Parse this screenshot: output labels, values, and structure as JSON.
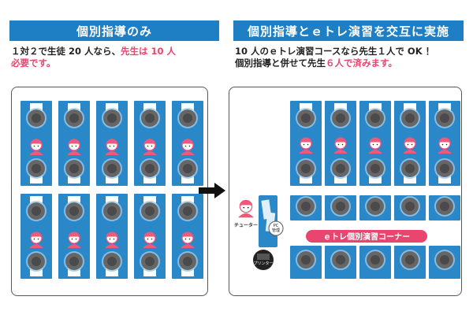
{
  "left_panel": {
    "title": "個別指導のみ",
    "desc_line1_plain": "１対２で生徒 20 人なら、",
    "desc_line1_highlight": "先生は 10 人",
    "desc_line2_highlight": "必要です。"
  },
  "right_panel": {
    "title": "個別指導とｅトレ演習を交互に実施",
    "desc_line1": "10 人のｅトレ演習コースなら先生１人で OK ！",
    "desc_line2_plain": "個別指導と併せて先生",
    "desc_line2_highlight": "６人で済みます。",
    "tutor_label": "チューター",
    "pc_label": "PC\n管理",
    "printer_label": "プリンター",
    "corner_label": "ｅトレ個別演習コーナー"
  },
  "colors": {
    "banner": "#1f7fc4",
    "desk": "#2a87c8",
    "highlight": "#e8466e",
    "teacher": "#f0597a",
    "student": "#666666"
  },
  "icons": [
    "right-arrow-icon",
    "teacher-icon",
    "student-icon",
    "printer-icon",
    "pc-icon"
  ]
}
